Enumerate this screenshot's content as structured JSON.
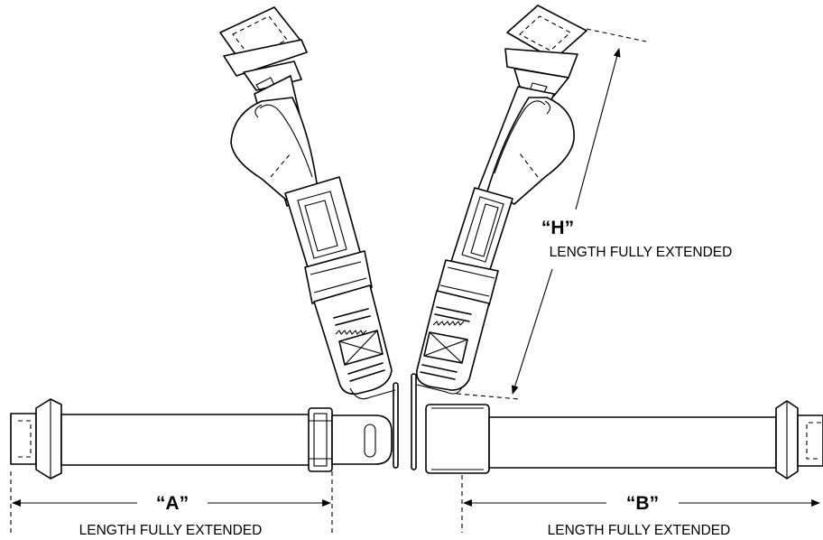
{
  "labels": {
    "a": {
      "letter": "“A”",
      "caption": "LENGTH FULLY EXTENDED"
    },
    "b": {
      "letter": "“B”",
      "caption": "LENGTH FULLY EXTENDED"
    },
    "h": {
      "letter": "“H”",
      "caption": "LENGTH FULLY EXTENDED"
    }
  }
}
